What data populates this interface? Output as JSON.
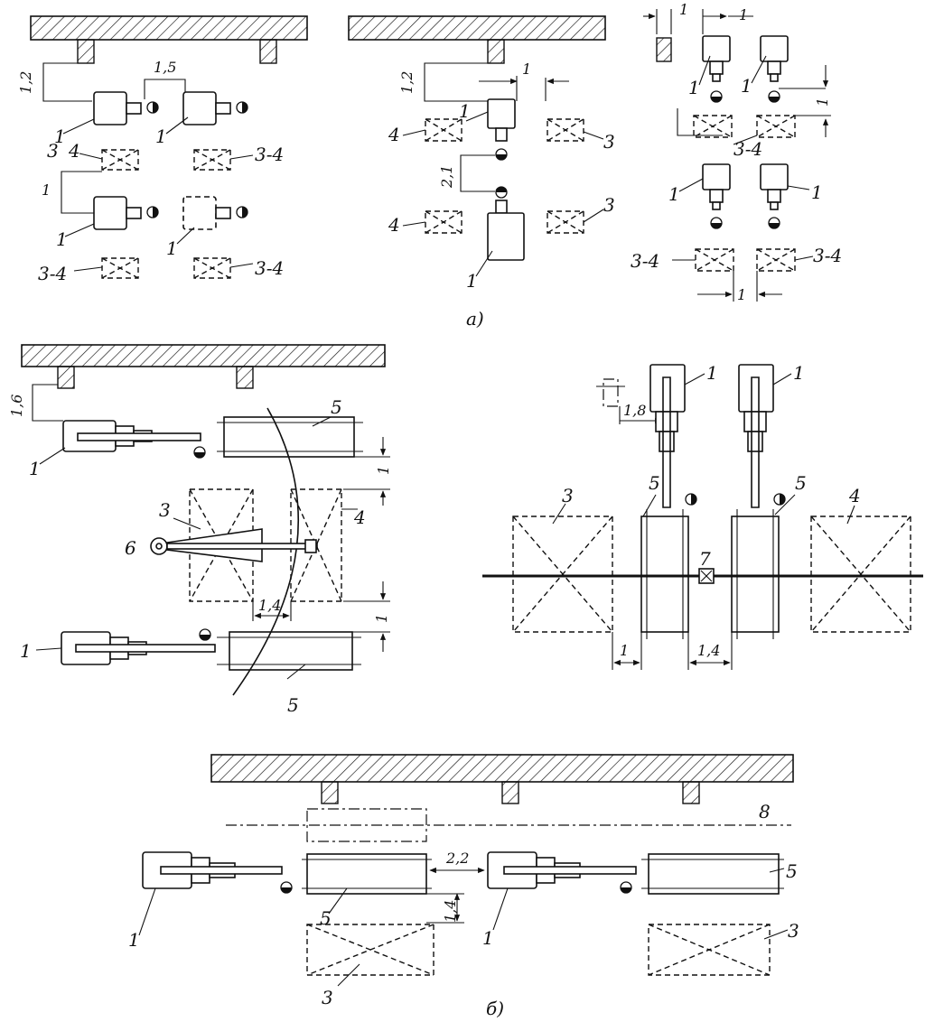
{
  "labels": {
    "machine": "1",
    "fire_hatch": "3",
    "work_table": "4",
    "fire_table": "3-4",
    "pallet": "5",
    "crane": "6",
    "pivot": "7",
    "conveyor": "8",
    "fig_a": "а)",
    "fig_b": "б)",
    "label_3": "3",
    "label_4": "4"
  },
  "dims": {
    "d_1_2": "1,2",
    "d_1_5": "1,5",
    "d_1": "1",
    "d_2_1": "2,1",
    "d_1_6": "1,6",
    "d_1_4": "1,4",
    "d_1_8": "1,8",
    "d_2_2": "2,2"
  }
}
